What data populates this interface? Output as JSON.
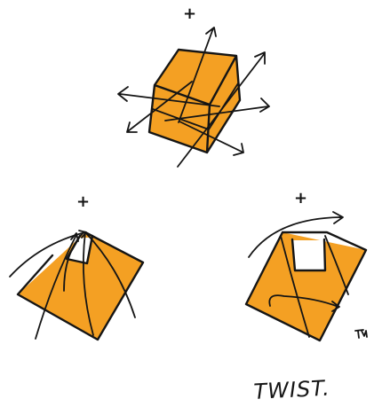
{
  "caption": "TWIST.",
  "plus_marks": [
    "+",
    "+",
    "+"
  ],
  "colors": {
    "fill": "#F4A023",
    "ink": "#151515",
    "hole": "#FFFFFF",
    "background": "#FFFFFF"
  },
  "figures": [
    {
      "name": "cube"
    },
    {
      "name": "pyramid-sheet"
    },
    {
      "name": "twisted-sheet"
    }
  ]
}
